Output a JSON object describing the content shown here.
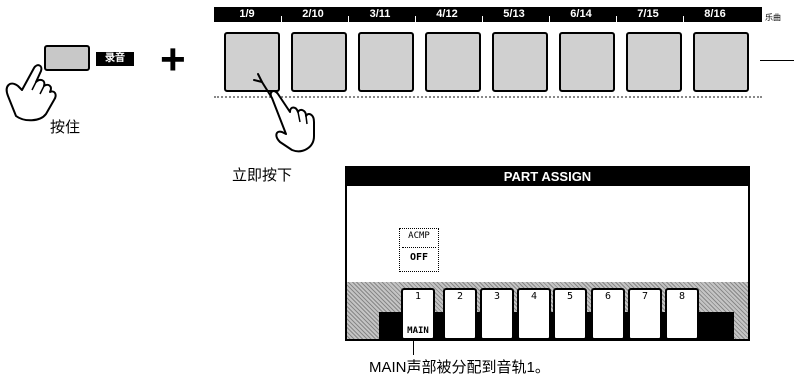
{
  "record": {
    "tag": "录音",
    "hold_label": "按住"
  },
  "plus_sign": "+",
  "parts": {
    "labels": [
      "1/9",
      "2/10",
      "3/11",
      "4/12",
      "5/13",
      "6/14",
      "7/15",
      "8/16"
    ],
    "song_label": "乐曲",
    "press_label": "立即按下"
  },
  "display": {
    "title": "PART ASSIGN",
    "acmp": {
      "name": "ACMP",
      "value": "OFF"
    },
    "tracks": [
      {
        "num": "1",
        "label": "MAIN"
      },
      {
        "num": "2",
        "label": ""
      },
      {
        "num": "3",
        "label": ""
      },
      {
        "num": "4",
        "label": ""
      },
      {
        "num": "5",
        "label": ""
      },
      {
        "num": "6",
        "label": ""
      },
      {
        "num": "7",
        "label": ""
      },
      {
        "num": "8",
        "label": ""
      }
    ]
  },
  "caption": "MAIN声部被分配到音轨1。"
}
